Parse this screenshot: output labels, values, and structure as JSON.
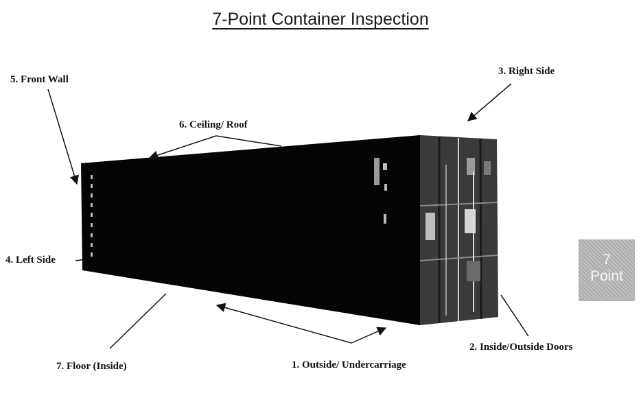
{
  "title": "7-Point Container Inspection",
  "labels": {
    "front_wall": "5. Front Wall",
    "right_side": "3. Right Side",
    "ceiling_roof": "6. Ceiling/ Roof",
    "left_side": "4. Left Side",
    "doors": "2. Inside/Outside Doors",
    "floor": "7. Floor (Inside)",
    "undercarriage": "1. Outside/ Undercarriage"
  },
  "badge": {
    "line1": "7",
    "line2": "Point"
  },
  "colors": {
    "container_body": "#050505",
    "door_panel": "#3a3a3a",
    "badge": "#b4b4b4"
  }
}
